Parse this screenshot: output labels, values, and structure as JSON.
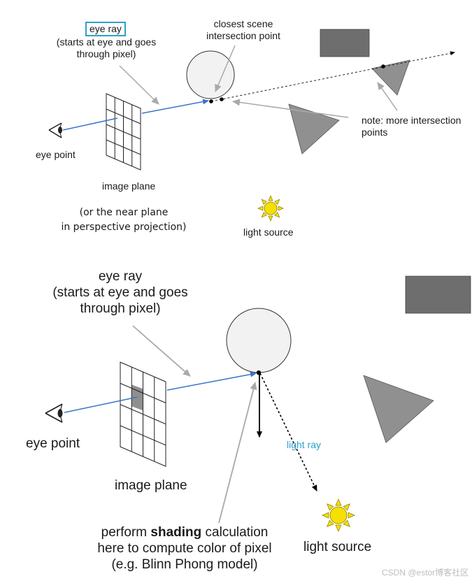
{
  "top": {
    "eye_ray": "eye ray",
    "eye_ray_desc_1": "(starts at eye and goes",
    "eye_ray_desc_2": "through pixel)",
    "closest_1": "closest scene",
    "closest_2": "intersection point",
    "note_1": "note: more intersection",
    "note_2": "points",
    "eye_point": "eye point",
    "image_plane": "image plane",
    "near_plane_1": "(or the near plane",
    "near_plane_2": "in perspective projection)",
    "light_source": "light source"
  },
  "bottom": {
    "eye_ray": "eye ray",
    "eye_ray_desc_1": "(starts at eye and goes",
    "eye_ray_desc_2": "through pixel)",
    "eye_point": "eye point",
    "image_plane": "image plane",
    "light_ray": "light ray",
    "shading_1a": "perform ",
    "shading_1b": "shading",
    "shading_1c": " calculation",
    "shading_2": "here to compute color of pixel",
    "shading_3": "(e.g. Blinn Phong model)",
    "light_source": "light source"
  },
  "watermark": "CSDN @estor博客社区",
  "colors": {
    "ray": "#3a73c9",
    "highlight_box": "#2aa2c8",
    "light_ray_label": "#2aa2c8",
    "sun": "#f5e000",
    "rect": "#6e6e6e",
    "triangle": "#8f8f8f",
    "sphere": "#f2f2f2"
  }
}
